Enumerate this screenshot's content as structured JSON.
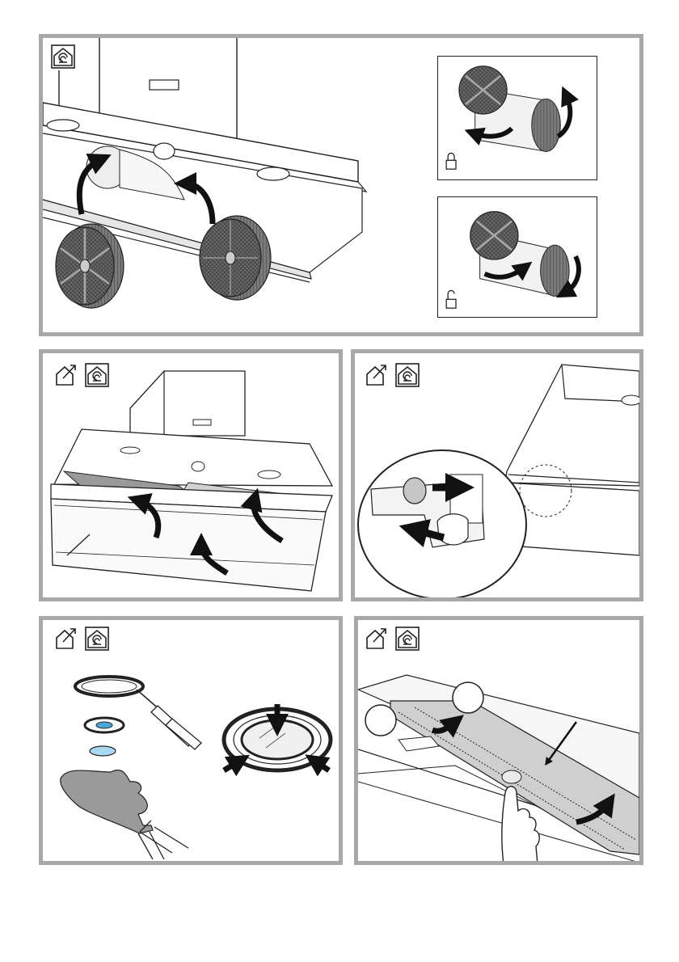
{
  "icons": {
    "recirculation": "house-with-swirl-icon",
    "extraction": "house-with-outlet-arrow-icon",
    "locked": "padlock-closed-icon",
    "unlocked": "padlock-open-icon"
  },
  "colors": {
    "panel_border": "#a8a8a8",
    "line": "#222222",
    "filter_dark": "#5a5a5a",
    "metal_grey": "#bdbdbd",
    "glove": "#9a9a9a",
    "lens_blue": "#a9d8f5"
  },
  "panels": [
    {
      "id": "fit-carbon-filters",
      "icons": [
        "recirculation"
      ]
    },
    {
      "id": "lower-grease-filters",
      "icons": [
        "extraction",
        "recirculation"
      ]
    },
    {
      "id": "release-latch",
      "icons": [
        "extraction",
        "recirculation"
      ]
    },
    {
      "id": "replace-lamp",
      "icons": [
        "extraction",
        "recirculation"
      ]
    },
    {
      "id": "remove-light-strip",
      "icons": [
        "extraction",
        "recirculation"
      ]
    }
  ]
}
